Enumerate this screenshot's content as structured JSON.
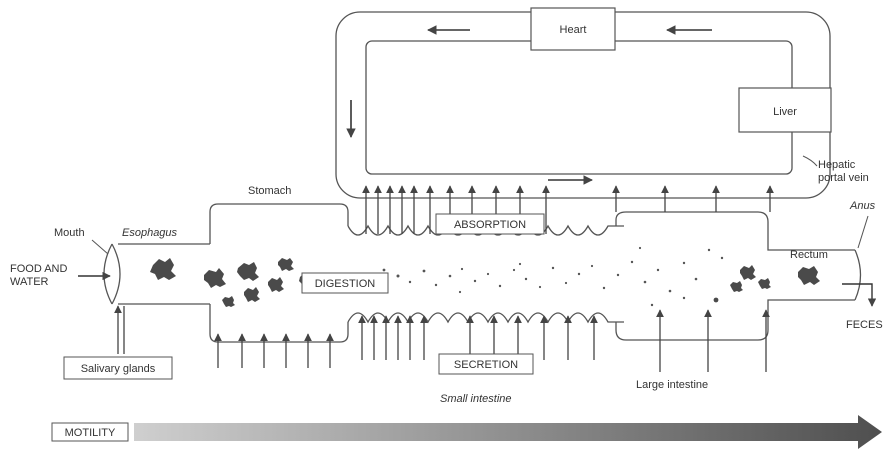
{
  "title": "",
  "boxes": {
    "heart": "Heart",
    "liver": "Liver"
  },
  "labels": {
    "hepatic_portal_vein": [
      "Hepatic",
      "portal vein"
    ],
    "stomach": "Stomach",
    "esophagus": "Esophagus",
    "mouth": "Mouth",
    "food_and_water": [
      "FOOD AND",
      "WATER"
    ],
    "salivary_glands": "Salivary glands",
    "absorption": "ABSORPTION",
    "digestion": "DIGESTION",
    "secretion": "SECRETION",
    "small_intestine": "Small intestine",
    "large_intestine": "Large intestine",
    "rectum": "Rectum",
    "anus": "Anus",
    "feces": "FECES",
    "motility": "MOTILITY"
  },
  "colors": {
    "line": "#555555",
    "food_blob": "#4a4a4a",
    "motility_arrow_start": "#cfcfcf",
    "motility_arrow_end": "#4f4f4f"
  }
}
